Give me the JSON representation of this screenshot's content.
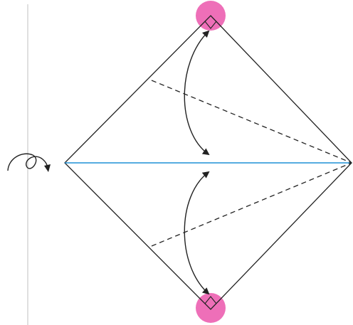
{
  "diagram": {
    "type": "origami-fold-instruction",
    "shape": "square-diamond",
    "fold_action": "fold-corners-to-center-line",
    "turn_over_symbol": "flip-over-icon",
    "colors": {
      "outline": "#222222",
      "fold_guide_dashed": "#222222",
      "center_line": "#1e90d6",
      "corner_marker": "#ee6fb8",
      "side_rule": "#d6d6d6",
      "arrow": "#222222"
    }
  }
}
